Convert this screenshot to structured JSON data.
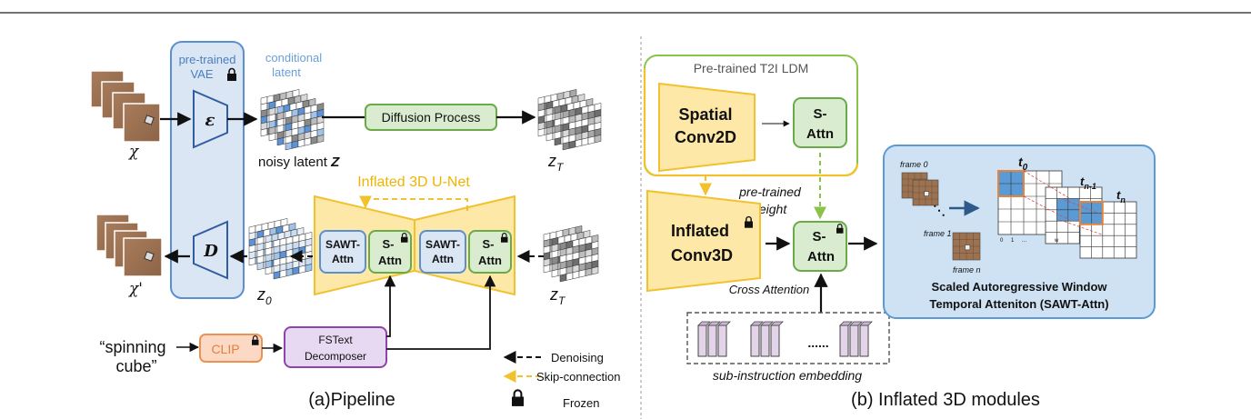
{
  "pipeline": {
    "input_label": "χ",
    "output_label": "χ'",
    "vae_label_1": "pre-trained",
    "vae_label_2": "VAE",
    "encoder_symbol": "ε",
    "decoder_symbol": "D",
    "cond_latent_1": "conditional",
    "cond_latent_2": "latent",
    "noisy_latent": "noisy latent",
    "noisy_latent_symbol": "Z",
    "diffusion_process": "Diffusion Process",
    "zt_top": "z",
    "zt_top_sub": "T",
    "zt_bottom": "z",
    "zt_bottom_sub": "T",
    "z0": "z",
    "z0_sub": "0",
    "unet_title": "Inflated 3D U-Net",
    "sawt_1a": "SAWT-",
    "sawt_1b": "Attn",
    "sattn_1a": "S-",
    "sattn_1b": "Attn",
    "sawt_2a": "SAWT-",
    "sawt_2b": "Attn",
    "sattn_2a": "S-",
    "sattn_2b": "Attn",
    "prompt_1": "“spinning",
    "prompt_2": "cube”",
    "clip": "CLIP",
    "fstext_1": "FSText",
    "fstext_2": "Decomposer",
    "caption": "(a)Pipeline"
  },
  "legend": {
    "denoising": "Denoising",
    "skip": "Skip-connection",
    "frozen": "Frozen"
  },
  "modules": {
    "ldm_title": "Pre-trained T2I LDM",
    "spatial_1": "Spatial",
    "spatial_2": "Conv2D",
    "sattn_top_a": "S-",
    "sattn_top_b": "Attn",
    "pretrained_1": "pre-trained",
    "pretrained_2": "weight",
    "inflated_1": "Inflated",
    "inflated_2": "Conv3D",
    "sattn_mid_a": "S-",
    "sattn_mid_b": "Attn",
    "cross_attention": "Cross Attention",
    "dots": "......",
    "sub_instruction": "sub-instruction embedding",
    "caption": "(b) Inflated 3D modules"
  },
  "sawt_panel": {
    "frame0": "frame 0",
    "frame1": "frame 1",
    "framen": "frame n",
    "t0": "t",
    "t0_sub": "0",
    "tn1": "t",
    "tn1_sub": "n-1",
    "tn": "t",
    "tn_sub": "n",
    "title_1": "Scaled Autoregressive Window",
    "title_2": "Temporal Atteniton (SAWT-Attn)"
  },
  "colors": {
    "vae_fill": "#dbe6f4",
    "vae_stroke": "#5b8fd0",
    "green_fill": "#d9ecd0",
    "green_stroke": "#6aaa48",
    "unet_fill": "#fde8a8",
    "unet_stroke": "#f2c12e",
    "clip_fill": "#fcd9c4",
    "clip_stroke": "#f0924f",
    "fstext_fill": "#e8d9f2",
    "fstext_stroke": "#8e44ad",
    "panel_fill": "#cfe2f3",
    "panel_stroke": "#5b9bd5",
    "emb_fill": "#e4d4ea"
  }
}
